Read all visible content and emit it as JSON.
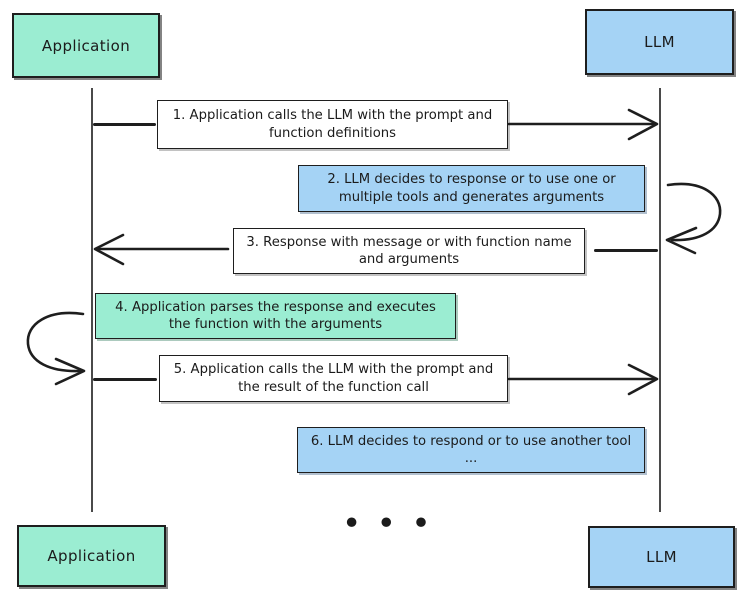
{
  "diagram": {
    "title": "LLM function calling sequence",
    "type": "sequence-diagram",
    "colors": {
      "application": "#9BEDD2",
      "llm": "#A5D3F5",
      "stroke": "#1e1e1e",
      "background": "#ffffff"
    }
  },
  "actors": {
    "top_left": {
      "label": "Application"
    },
    "top_right": {
      "label": "LLM"
    },
    "bottom_left": {
      "label": "Application"
    },
    "bottom_right": {
      "label": "LLM"
    }
  },
  "steps": [
    {
      "number": "1",
      "text": "1. Application calls the LLM with the prompt and function definitions",
      "style": "white",
      "direction": "right"
    },
    {
      "number": "2",
      "text": "2. LLM decides to response or to use one or multiple tools and generates arguments",
      "style": "blue",
      "direction": "self-right"
    },
    {
      "number": "3",
      "text": "3. Response with message or with function name and arguments",
      "style": "white",
      "direction": "left"
    },
    {
      "number": "4",
      "text": "4. Application parses the response and executes the function with the arguments",
      "style": "green",
      "direction": "self-left"
    },
    {
      "number": "5",
      "text": "5. Application calls the LLM with the prompt and the result of the function call",
      "style": "white",
      "direction": "right"
    },
    {
      "number": "6",
      "text": "6. LLM decides to respond or to use another tool ...",
      "style": "blue",
      "direction": "self-right"
    }
  ],
  "continuation": {
    "label": "• • •"
  }
}
